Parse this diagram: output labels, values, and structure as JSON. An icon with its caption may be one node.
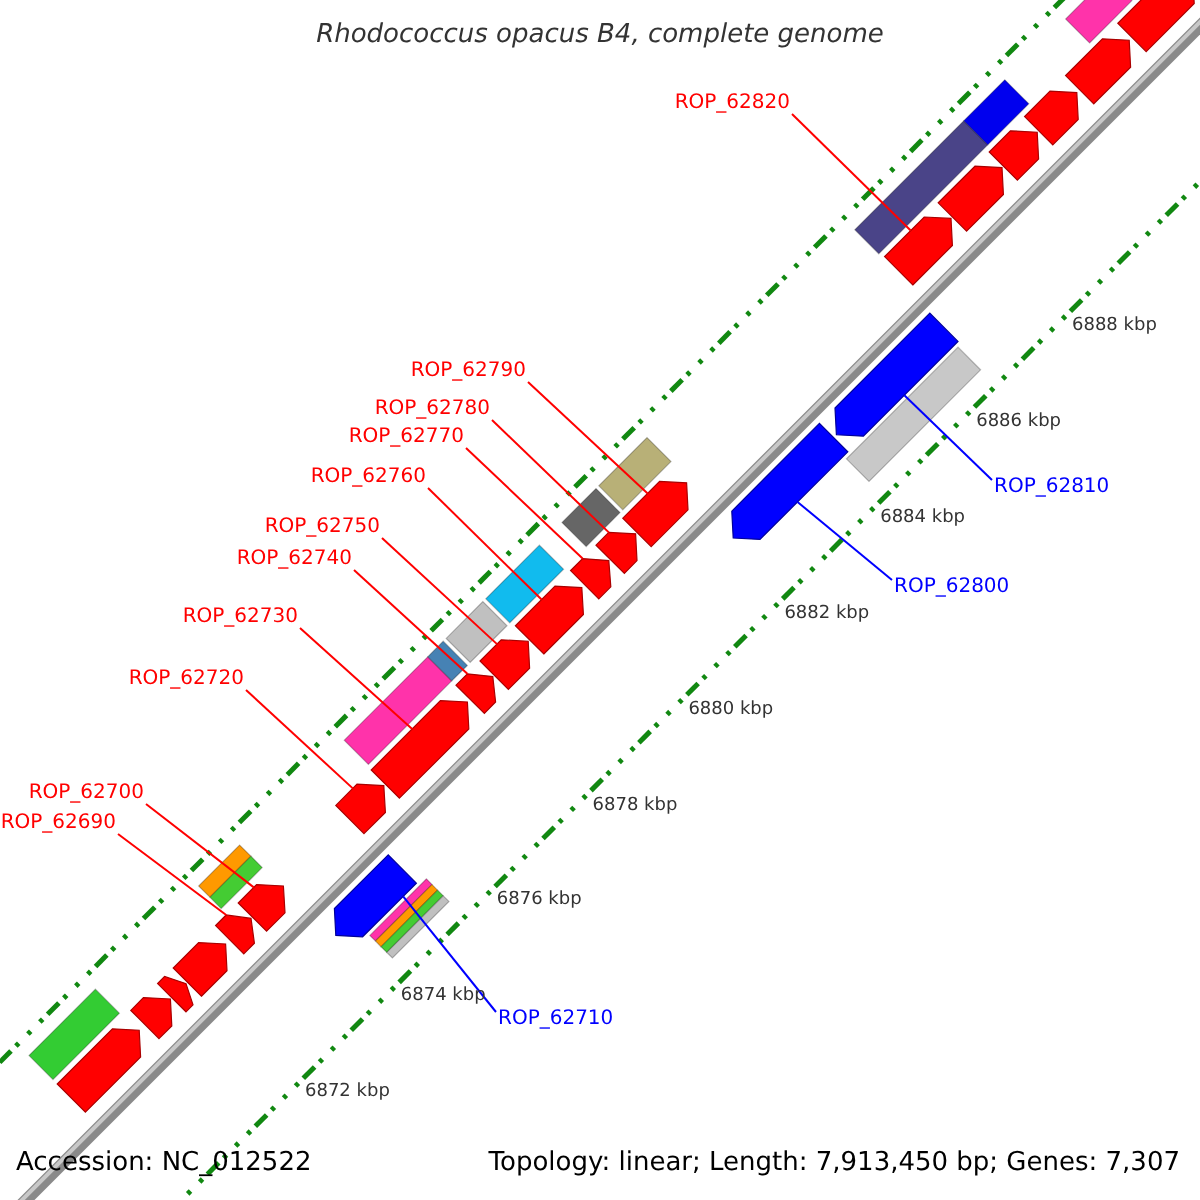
{
  "diagram": {
    "title": "Rhodococcus opacus B4, complete genome",
    "nodes": [
      {
        "text": [
          "ROP_62820"
        ]
      },
      {
        "text": [
          "ROP_62790"
        ]
      },
      {
        "text": [
          "ROP_62780"
        ]
      },
      {
        "text": [
          "ROP_62770"
        ]
      },
      {
        "text": [
          "ROP_62760"
        ]
      },
      {
        "text": [
          "ROP_62810"
        ]
      },
      {
        "text": [
          "ROP_62750"
        ]
      },
      {
        "text": [
          "ROP_62740"
        ]
      },
      {
        "text": [
          "ROP_62800"
        ]
      },
      {
        "text": [
          "ROP_62730"
        ]
      },
      {
        "text": [
          "ROP_62720"
        ]
      },
      {
        "text": [
          "ROP_62700"
        ]
      },
      {
        "text": [
          "ROP_62690"
        ]
      },
      {
        "text": [
          "ROP_62710"
        ]
      },
      {
        "text": [],
        "shape": "arrow"
      },
      {
        "text": [],
        "shape": "arrow"
      },
      {
        "text": [],
        "shape": "arrow"
      },
      {
        "text": [],
        "shape": "arrow"
      },
      {
        "text": [],
        "shape": "arrow"
      },
      {
        "text": [],
        "shape": "arrow"
      },
      {
        "text": [],
        "shape": "arrow"
      },
      {
        "text": [],
        "shape": "arrow"
      },
      {
        "text": [],
        "shape": "arrow"
      },
      {
        "text": [],
        "shape": "arrow"
      },
      {
        "text": [],
        "shape": "arrow"
      },
      {
        "text": [],
        "shape": "arrow"
      },
      {
        "text": [],
        "shape": "arrow"
      },
      {
        "text": [],
        "shape": "arrow"
      },
      {
        "text": [],
        "shape": "arrow"
      },
      {
        "text": [],
        "shape": "arrow"
      },
      {
        "text": [],
        "shape": "arrow"
      },
      {
        "text": [],
        "shape": "arrow"
      },
      {
        "text": [],
        "shape": "arrow"
      },
      {
        "text": [],
        "shape": "arrow"
      },
      {
        "text": [],
        "shape": "arrow"
      },
      {
        "text": [],
        "shape": "arrow"
      },
      {
        "text": [],
        "shape": "arrow"
      }
    ],
    "edges": [
      {
        "from": 0,
        "to": 14,
        "arrow": "none"
      },
      {
        "from": 1,
        "to": 15,
        "arrow": "none"
      },
      {
        "from": 2,
        "to": 16,
        "arrow": "none"
      },
      {
        "from": 3,
        "to": 17,
        "arrow": "none"
      },
      {
        "from": 4,
        "to": 18,
        "arrow": "none"
      },
      {
        "from": 5,
        "to": 19,
        "arrow": "none",
        "color": "#0000ff"
      },
      {
        "from": 6,
        "to": 20,
        "arrow": "none"
      },
      {
        "from": 7,
        "to": 21,
        "arrow": "none"
      },
      {
        "from": 8,
        "to": 22,
        "arrow": "none",
        "color": "#0000ff"
      },
      {
        "from": 9,
        "to": 23,
        "arrow": "none"
      },
      {
        "from": 10,
        "to": 24,
        "arrow": "none"
      },
      {
        "from": 11,
        "to": 25,
        "arrow": "none"
      },
      {
        "from": 12,
        "to": 26,
        "arrow": "none"
      },
      {
        "from": 13,
        "to": 27,
        "arrow": "none",
        "color": "#0000ff"
      }
    ],
    "labels": [
      "6888 kbp",
      "6886 kbp",
      "6884 kbp",
      "6882 kbp",
      "6880 kbp",
      "6878 kbp",
      "6876 kbp",
      "6874 kbp",
      "6872 kbp",
      "Accession: NC_012522",
      "Topology: linear; Length: 7,913,450 bp; Genes: 7,307"
    ]
  }
}
